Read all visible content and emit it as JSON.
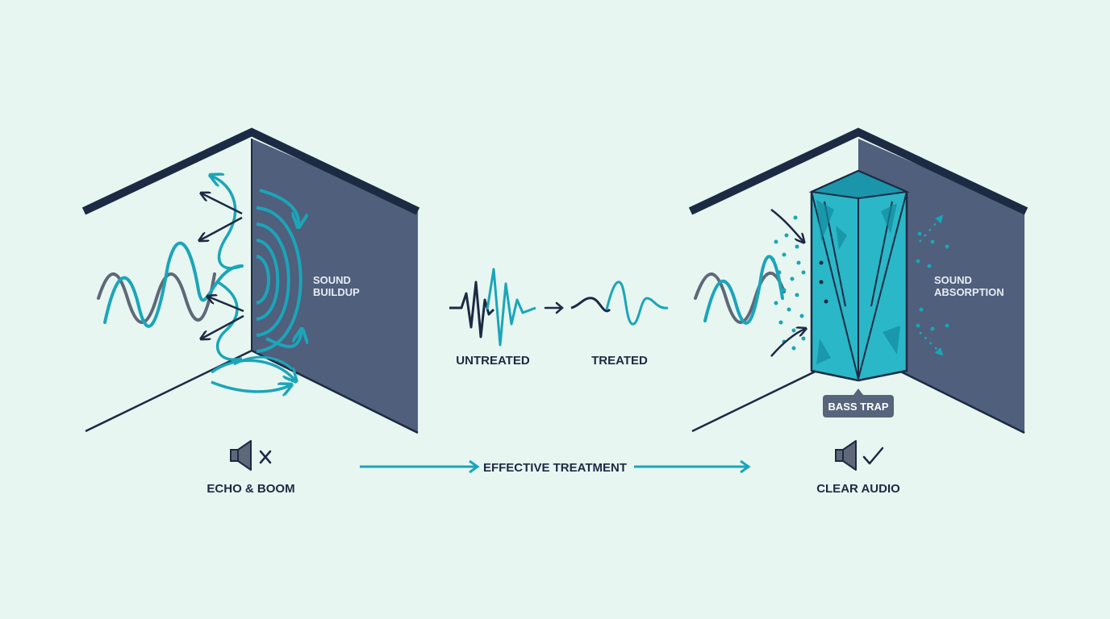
{
  "colors": {
    "background": "#e7f6f0",
    "navy": "#1c2a44",
    "wall": "#4f5f7c",
    "teal": "#1ba5b9",
    "teal_dark": "#138ba0",
    "teal_fill": "#2ab7c7",
    "gray_wave": "#5e6878",
    "badge_bg": "#56647c"
  },
  "icons": [
    "speaker-muted-icon",
    "close-icon",
    "arrow-right-icon",
    "speaker-icon",
    "check-icon"
  ],
  "left_panel": {
    "wall_label_line1": "SOUND",
    "wall_label_line2": "BUILDUP",
    "caption": "ECHO & BOOM"
  },
  "comparison": {
    "untreated_label": "UNTREATED",
    "treated_label": "TREATED"
  },
  "flow": {
    "label": "EFFECTIVE TREATMENT"
  },
  "right_panel": {
    "wall_label_line1": "SOUND",
    "wall_label_line2": "ABSORPTION",
    "badge": "BASS TRAP",
    "caption": "CLEAR AUDIO"
  }
}
